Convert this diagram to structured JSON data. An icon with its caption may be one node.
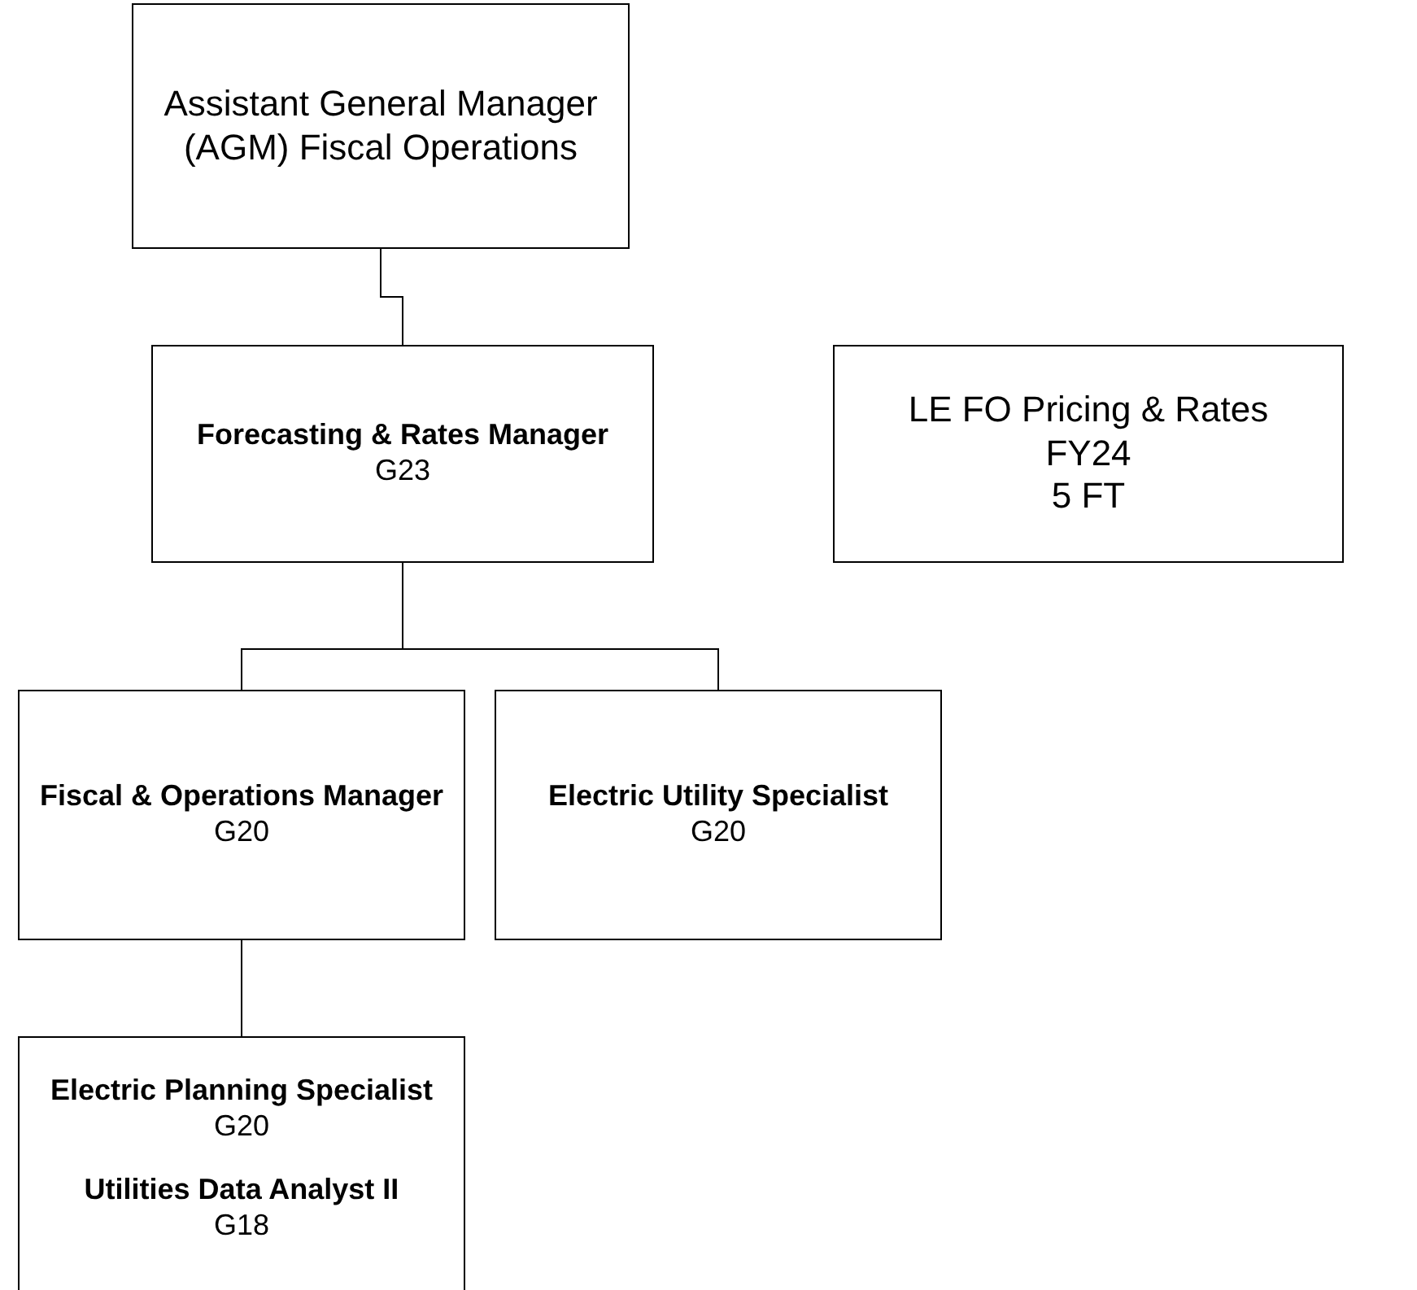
{
  "diagram": {
    "nodes": [
      {
        "text": [
          "Assistant General Manager (AGM) Fiscal Operations"
        ]
      },
      {
        "text": [
          "Forecasting & Rates Manager",
          "G23"
        ]
      },
      {
        "text": [
          "LE FO Pricing & Rates",
          "FY24",
          "5 FT"
        ]
      },
      {
        "text": [
          "Fiscal & Operations Manager",
          "G20"
        ]
      },
      {
        "text": [
          "Electric Utility Specialist",
          "G20"
        ]
      },
      {
        "text": [
          "Electric Planning Specialist",
          "G20",
          "Utilities Data Analyst II",
          "G18"
        ]
      }
    ],
    "edges": [
      {
        "from": 0,
        "to": 1,
        "arrow": "none"
      },
      {
        "from": 1,
        "to": 3,
        "arrow": "none"
      },
      {
        "from": 1,
        "to": 4,
        "arrow": "none"
      },
      {
        "from": 3,
        "to": 5,
        "arrow": "none"
      }
    ]
  }
}
